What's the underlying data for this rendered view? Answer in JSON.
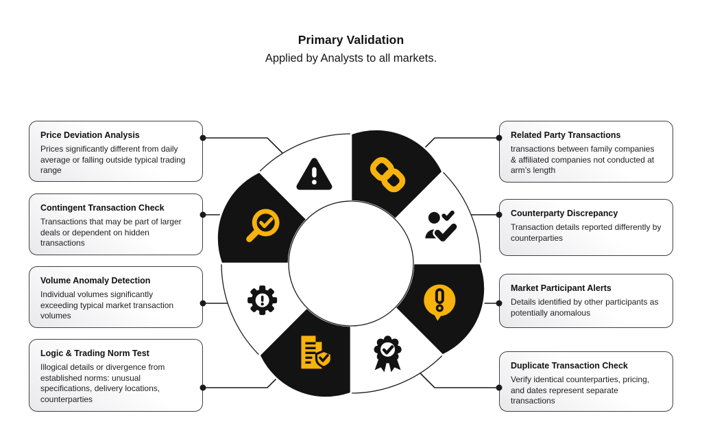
{
  "header": {
    "title": "Primary Validation",
    "subtitle": "Applied by Analysts to all markets."
  },
  "colors": {
    "accent_yellow": "#F8B20E",
    "ink_black": "#131313",
    "card_border": "#3F3F3F",
    "line_black": "#1a1a1a",
    "white": "#ffffff"
  },
  "cards": [
    {
      "side": "left",
      "title": "Price Deviation Analysis",
      "description": "Prices significantly different from daily average or falling outside typical trading range"
    },
    {
      "side": "left",
      "title": "Contingent Transaction Check",
      "description": "Transactions that may be part of larger deals or dependent on hidden transactions"
    },
    {
      "side": "left",
      "title": "Volume Anomaly Detection",
      "description": "Individual volumes significantly exceeding typical market transaction volumes"
    },
    {
      "side": "left",
      "title": "Logic & Trading Norm Test",
      "description": "Illogical details or divergence from established norms: unusual specifications, delivery locations, counterparties"
    },
    {
      "side": "right",
      "title": "Related Party Transactions",
      "description": "transactions between family companies & affiliated companies not conducted at arm’s length"
    },
    {
      "side": "right",
      "title": "Counterparty Discrepancy",
      "description": "Transaction details reported differently by counterparties"
    },
    {
      "side": "right",
      "title": "Market Participant Alerts",
      "description": "Details identified by other participants as potentially anomalous"
    },
    {
      "side": "right",
      "title": "Duplicate Transaction Check",
      "description": "Verify identical counterparties, pricing, and dates represent separate transactions"
    }
  ],
  "wheel": {
    "segments": [
      {
        "icon": "chain-link-icon",
        "background": "black"
      },
      {
        "icon": "user-check-icon",
        "background": "white"
      },
      {
        "icon": "alert-pin-icon",
        "background": "black"
      },
      {
        "icon": "ribbon-check-icon",
        "background": "white"
      },
      {
        "icon": "document-shield-check-icon",
        "background": "black"
      },
      {
        "icon": "gear-alert-icon",
        "background": "white"
      },
      {
        "icon": "magnifier-check-icon",
        "background": "black"
      },
      {
        "icon": "warning-triangle-icon",
        "background": "white"
      }
    ]
  }
}
